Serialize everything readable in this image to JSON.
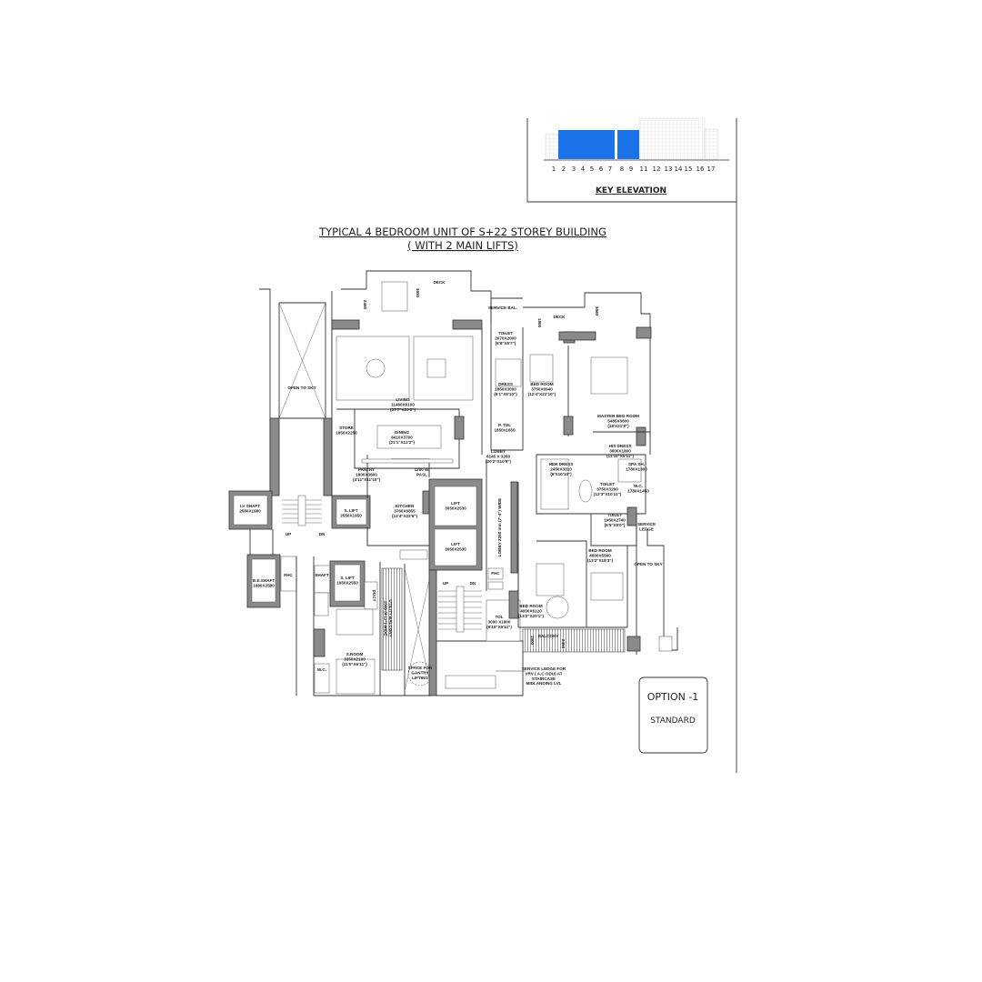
{
  "title": {
    "line1": "TYPICAL 4 BEDROOM UNIT OF S+22  STOREY BUILDING",
    "line2": "( WITH 2 MAIN LIFTS)"
  },
  "key_elevation": {
    "label": "KEY ELEVATION",
    "floors": [
      "1",
      "2",
      "3",
      "4",
      "5",
      "6",
      "7",
      "8",
      "9",
      "11",
      "12",
      "13",
      "14",
      "15",
      "16",
      "17"
    ],
    "highlighted_floors": [
      "2",
      "3",
      "4",
      "5",
      "6",
      "7",
      "8",
      "9"
    ],
    "highlight_color": "#1a73e8"
  },
  "option": {
    "label": "OPTION -1",
    "sub": "STANDARD"
  },
  "rooms": {
    "deck1": {
      "lines": [
        "DECK"
      ]
    },
    "deck1_dim_a": {
      "lines": [
        "2450"
      ]
    },
    "deck1_dim_b": {
      "lines": [
        "3650"
      ]
    },
    "service_bal": {
      "lines": [
        "SERVICE BAL."
      ]
    },
    "deck2": {
      "lines": [
        "DECK"
      ]
    },
    "deck2_dim_a": {
      "lines": [
        "1800"
      ]
    },
    "deck2_dim_b": {
      "lines": [
        "3060"
      ]
    },
    "toilet1": {
      "lines": [
        "TOILET",
        "2070X2000",
        "(6'9\"X6'7\")"
      ]
    },
    "dress": {
      "lines": [
        "DRESS",
        "1850X3000",
        "(6'1\"X9'10\")"
      ]
    },
    "bedroom1": {
      "lines": [
        "BED ROOM",
        "3750X6940",
        "(12'4\"X22'10\")"
      ]
    },
    "ptol": {
      "lines": [
        "P. TOL",
        "1850x1650"
      ]
    },
    "master": {
      "lines": [
        "MASTER BED ROOM",
        "5485X6600",
        "(18'X21'8\")"
      ]
    },
    "living": {
      "lines": [
        "LIVING",
        "11460X6100",
        "(37'7\"X20'0\")"
      ]
    },
    "store": {
      "lines": [
        "STORE",
        "1850X2250"
      ]
    },
    "dining": {
      "lines": [
        "DINING",
        "6410X3700",
        "(21'1\"X12'2\")"
      ]
    },
    "pantry": {
      "lines": [
        "PANTRY",
        "1800X3600",
        "(4'11\"X11'10\")"
      ]
    },
    "wpass": {
      "lines": [
        "1200 W.",
        "PASL"
      ]
    },
    "lobby": {
      "lines": [
        "LOBBY",
        "6145 X 3260",
        "(20'2\"X10'9\")"
      ]
    },
    "his_dress": {
      "lines": [
        "HIS DRESS",
        "3600X1800",
        "(11'10\"X5'11\")"
      ]
    },
    "her_dress": {
      "lines": [
        "HER DRESS",
        "2450X3310",
        "(8'X10'10\")"
      ]
    },
    "spa": {
      "lines": [
        "SPA SH.",
        "1780X1300"
      ]
    },
    "toilet_m": {
      "lines": [
        "TOILET",
        "3750X3200",
        "(12'3\"X10'11\")"
      ]
    },
    "wc_m": {
      "lines": [
        "W.C.",
        "1780X1450"
      ]
    },
    "toilet2": {
      "lines": [
        "TOILET",
        "1950X2740",
        "(6'5\"X9'0\")"
      ]
    },
    "service_ledge": {
      "lines": [
        "SERVICE",
        "LEDGE"
      ]
    },
    "bedroom2": {
      "lines": [
        "BED ROOM",
        "4000X5560",
        "(13'2\"X18'3\")"
      ]
    },
    "open_sky_r": {
      "lines": [
        "OPEN TO SKY"
      ]
    },
    "bedroom3": {
      "lines": [
        "BED ROOM",
        "4000X6120",
        "(13'2\"X20'1\")"
      ]
    },
    "balcony": {
      "lines": [
        "BALCONY"
      ]
    },
    "balcony_dim_a": {
      "lines": [
        "1500"
      ]
    },
    "balcony_dim_b": {
      "lines": [
        "2450"
      ]
    },
    "tol": {
      "lines": [
        "TOL",
        "3000 X1800",
        "(9'10\"X5'11\")"
      ]
    },
    "lift1": {
      "lines": [
        "LIFT",
        "3050X2530"
      ]
    },
    "lift2": {
      "lines": [
        "LIFT",
        "3050X2530"
      ]
    },
    "lobby_corr": {
      "lines": [
        "LOBBY 2250 mm (7'-4\") WIDE"
      ]
    },
    "fhc1": {
      "lines": [
        "FHC"
      ]
    },
    "kitchen": {
      "lines": [
        "KITCHEN",
        "3760X6855",
        "(12'4\"X22'6\")"
      ]
    },
    "open_sky_l": {
      "lines": [
        "OPEN TO SKY"
      ]
    },
    "lv_shaft": {
      "lines": [
        "LV SHAFT",
        "2580X1980"
      ]
    },
    "slift1": {
      "lines": [
        "S. LIFT",
        "2550X1950"
      ]
    },
    "up1": {
      "lines": [
        "UP"
      ]
    },
    "dn1": {
      "lines": [
        "DN"
      ]
    },
    "be_shaft": {
      "lines": [
        "B.E.SHAFT",
        "1980X2580"
      ]
    },
    "fhc2": {
      "lines": [
        "FHC"
      ]
    },
    "shaft": {
      "lines": [
        "SHAFT"
      ]
    },
    "slift2": {
      "lines": [
        "S. LIFT",
        "1950X2550"
      ]
    },
    "duct": {
      "lines": [
        "DUCT"
      ]
    },
    "utility": {
      "lines": [
        "UTILITY BALCONY",
        "1500 (4'11\") WIDE"
      ]
    },
    "sroom": {
      "lines": [
        "S.ROOM",
        "3350X2100",
        "(11'0\"X6'11\")"
      ]
    },
    "wc_s": {
      "lines": [
        "W.C."
      ]
    },
    "up2": {
      "lines": [
        "UP"
      ]
    },
    "dn2": {
      "lines": [
        "DN"
      ]
    },
    "gantry": {
      "lines": [
        "SPACE FOR",
        "GANTRY",
        "LIFTING"
      ]
    },
    "vrv_note": {
      "lines": [
        "SERVICE LEDGE FOR",
        "VRV ( A.C ODU)  AT",
        "STAIRCASE",
        "MIDLANDING LVL"
      ]
    }
  }
}
